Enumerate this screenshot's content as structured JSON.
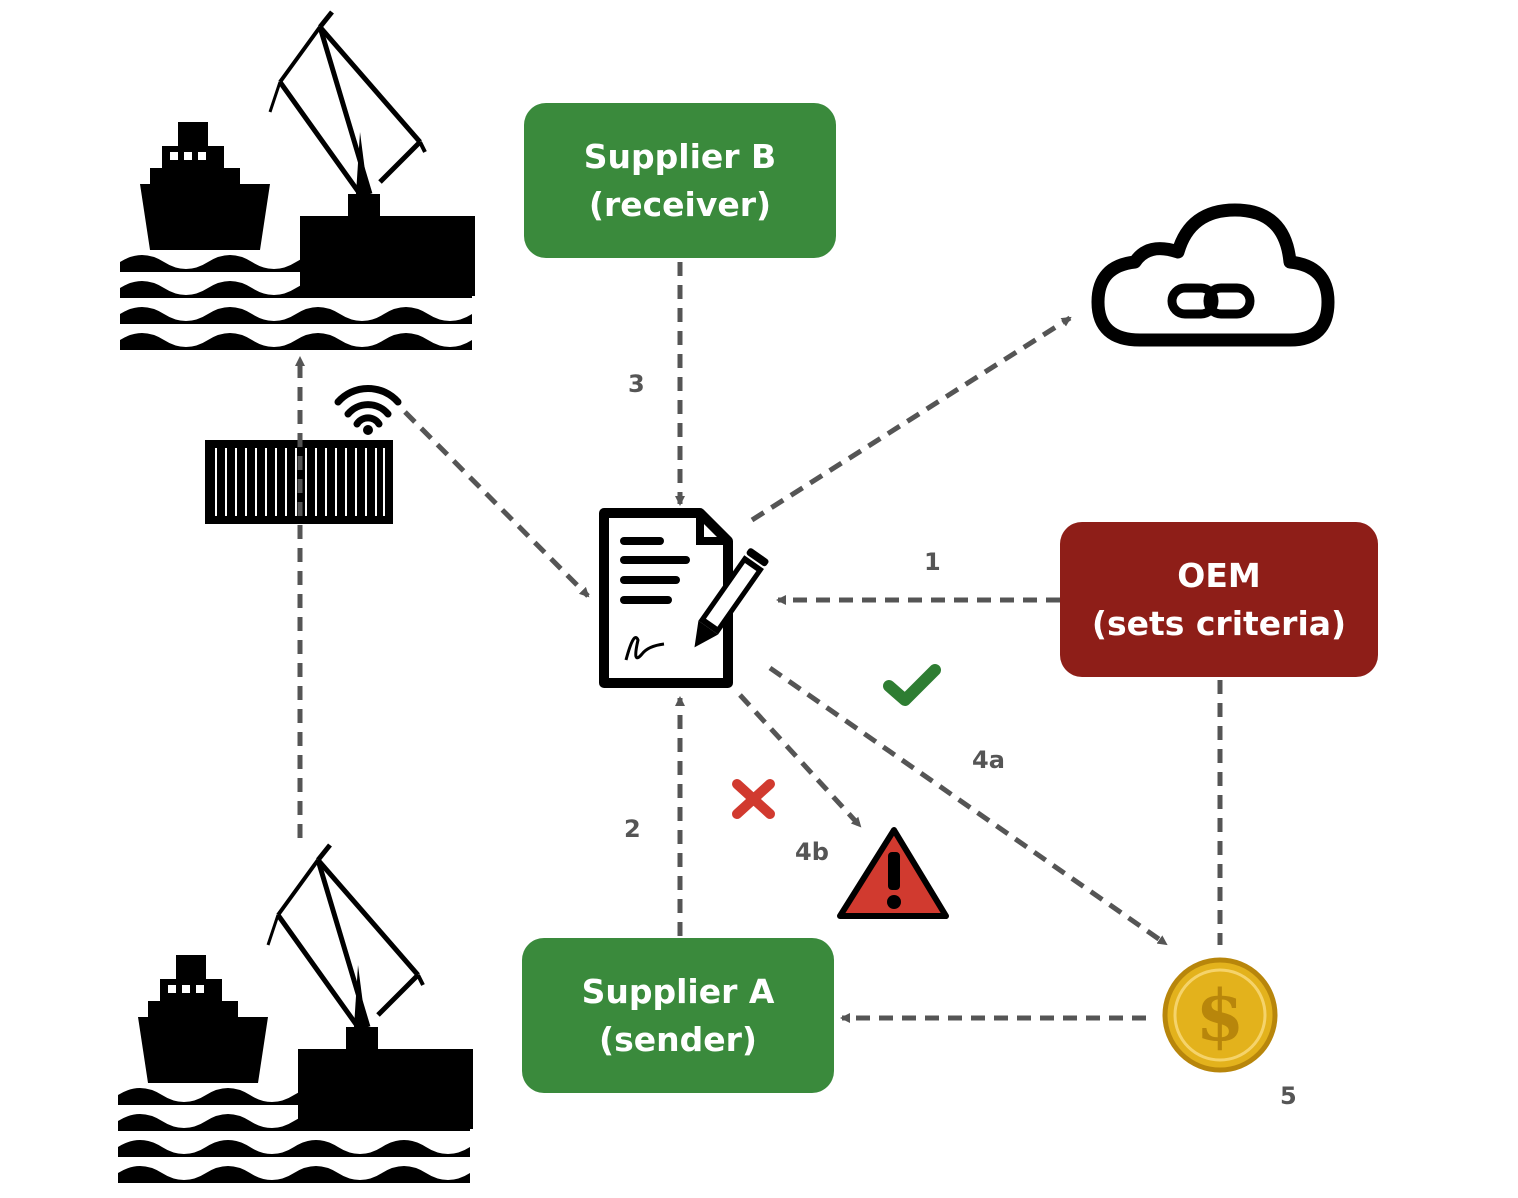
{
  "nodes": {
    "supplier_b": {
      "name": "Supplier B",
      "role": "(receiver)"
    },
    "supplier_a": {
      "name": "Supplier A",
      "role": "(sender)"
    },
    "oem": {
      "name": "OEM",
      "role": "(sets criteria)"
    }
  },
  "step_labels": {
    "s1": "1",
    "s2": "2",
    "s3": "3",
    "s4a": "4a",
    "s4b": "4b",
    "s5": "5"
  },
  "colors": {
    "supplier": "#3a8a3c",
    "oem": "#8e1e18",
    "arrow": "#555555",
    "check": "#2e7d32",
    "cross": "#d13a2f",
    "warning": "#d13a2f",
    "coin": "#e3b21c"
  },
  "icons": [
    "port-ship-crane-icon",
    "shipping-container-icon",
    "wifi-icon",
    "smart-contract-icon",
    "cloud-link-icon",
    "check-icon",
    "cross-icon",
    "warning-icon",
    "coin-dollar-icon"
  ]
}
